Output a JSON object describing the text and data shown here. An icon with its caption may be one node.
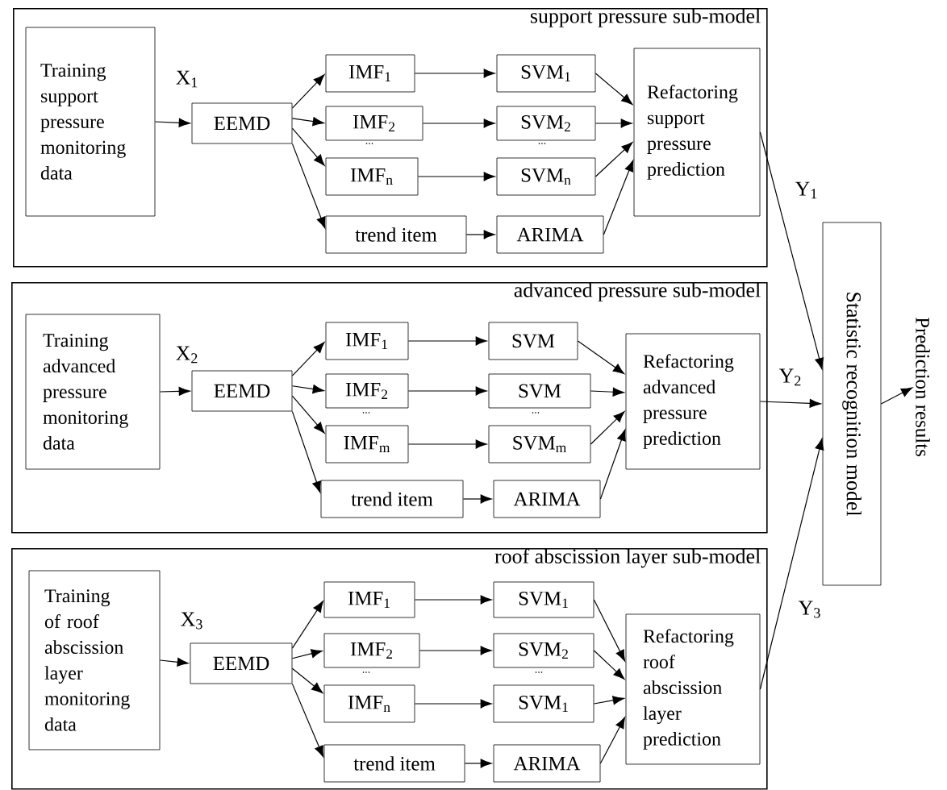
{
  "diagram": {
    "nodes": [
      {
        "text": [
          "support pressure sub-model"
        ]
      },
      {
        "text": [
          "Training support pressure monitoring data"
        ],
        "in": 0
      },
      {
        "text": [
          "EEMD"
        ],
        "in": 0
      },
      {
        "text": [
          "IMF$_{1}$"
        ],
        "in": 0
      },
      {
        "text": [
          "SVM$_{1}$"
        ],
        "in": 0
      },
      {
        "text": [
          "IMF$_{2}$"
        ],
        "in": 0
      },
      {
        "text": [
          "SVM$_{2}$"
        ],
        "in": 0
      },
      {
        "text": [
          "IMF$_{n}$"
        ],
        "in": 0
      },
      {
        "text": [
          "SVM$_{n}$"
        ],
        "in": 0
      },
      {
        "text": [
          "trend item"
        ],
        "in": 0
      },
      {
        "text": [
          "ARIMA"
        ],
        "in": 0
      },
      {
        "text": [
          "Refactoring support pressure prediction"
        ],
        "in": 0
      },
      {
        "text": [
          "advanced pressure sub-model"
        ]
      },
      {
        "text": [
          "Training advanced pressure monitoring data"
        ],
        "in": 12
      },
      {
        "text": [
          "EEMD"
        ],
        "in": 12
      },
      {
        "text": [
          "IMF$_{1}$"
        ],
        "in": 12
      },
      {
        "text": [
          "SVM"
        ],
        "in": 12
      },
      {
        "text": [
          "IMF$_{2}$"
        ],
        "in": 12
      },
      {
        "text": [
          "SVM"
        ],
        "in": 12
      },
      {
        "text": [
          "IMF$_{m}$"
        ],
        "in": 12
      },
      {
        "text": [
          "SVM$_{m}$"
        ],
        "in": 12
      },
      {
        "text": [
          "trend item"
        ],
        "in": 12
      },
      {
        "text": [
          "ARIMA"
        ],
        "in": 12
      },
      {
        "text": [
          "Refactoring advanced pressure prediction"
        ],
        "in": 12
      },
      {
        "text": [
          "roof abscission layer sub-model"
        ]
      },
      {
        "text": [
          "Training of roof abscission layer monitoring data"
        ],
        "in": 24
      },
      {
        "text": [
          "EEMD"
        ],
        "in": 24
      },
      {
        "text": [
          "IMF$_{1}$"
        ],
        "in": 24
      },
      {
        "text": [
          "SVM$_{1}$"
        ],
        "in": 24
      },
      {
        "text": [
          "IMF$_{2}$"
        ],
        "in": 24
      },
      {
        "text": [
          "SVM$_{2}$"
        ],
        "in": 24
      },
      {
        "text": [
          "IMF$_{n}$"
        ],
        "in": 24
      },
      {
        "text": [
          "SVM$_{1}$"
        ],
        "in": 24
      },
      {
        "text": [
          "trend item"
        ],
        "in": 24
      },
      {
        "text": [
          "ARIMA"
        ],
        "in": 24
      },
      {
        "text": [
          "Refactoring roof abscission layer prediction"
        ],
        "in": 24
      },
      {
        "text": [
          "Statistic recognition model"
        ]
      },
      {
        "text": [
          "Prediction results"
        ]
      }
    ],
    "edges": [
      {
        "from": 1,
        "to": 2,
        "arrow": "to",
        "label": "X$_{1}$"
      },
      {
        "from": 2,
        "to": 3,
        "arrow": "to"
      },
      {
        "from": 2,
        "to": 5,
        "arrow": "to"
      },
      {
        "from": 2,
        "to": 7,
        "arrow": "to"
      },
      {
        "from": 2,
        "to": 9,
        "arrow": "to"
      },
      {
        "from": 3,
        "to": 4,
        "arrow": "to"
      },
      {
        "from": 5,
        "to": 6,
        "arrow": "to"
      },
      {
        "from": 7,
        "to": 8,
        "arrow": "to"
      },
      {
        "from": 9,
        "to": 10,
        "arrow": "to"
      },
      {
        "from": 4,
        "to": 11,
        "arrow": "to"
      },
      {
        "from": 6,
        "to": 11,
        "arrow": "to"
      },
      {
        "from": 8,
        "to": 11,
        "arrow": "to"
      },
      {
        "from": 10,
        "to": 11,
        "arrow": "to"
      },
      {
        "from": 13,
        "to": 14,
        "arrow": "to",
        "label": "X$_{2}$"
      },
      {
        "from": 14,
        "to": 15,
        "arrow": "to"
      },
      {
        "from": 14,
        "to": 17,
        "arrow": "to"
      },
      {
        "from": 14,
        "to": 19,
        "arrow": "to"
      },
      {
        "from": 14,
        "to": 21,
        "arrow": "to"
      },
      {
        "from": 15,
        "to": 16,
        "arrow": "to"
      },
      {
        "from": 17,
        "to": 18,
        "arrow": "to"
      },
      {
        "from": 19,
        "to": 20,
        "arrow": "to"
      },
      {
        "from": 21,
        "to": 22,
        "arrow": "to"
      },
      {
        "from": 16,
        "to": 23,
        "arrow": "to"
      },
      {
        "from": 18,
        "to": 23,
        "arrow": "to"
      },
      {
        "from": 20,
        "to": 23,
        "arrow": "to"
      },
      {
        "from": 22,
        "to": 23,
        "arrow": "to"
      },
      {
        "from": 25,
        "to": 26,
        "arrow": "to",
        "label": "X$_{3}$"
      },
      {
        "from": 26,
        "to": 27,
        "arrow": "to"
      },
      {
        "from": 26,
        "to": 29,
        "arrow": "to"
      },
      {
        "from": 26,
        "to": 31,
        "arrow": "to"
      },
      {
        "from": 26,
        "to": 33,
        "arrow": "to"
      },
      {
        "from": 27,
        "to": 28,
        "arrow": "to"
      },
      {
        "from": 29,
        "to": 30,
        "arrow": "to"
      },
      {
        "from": 31,
        "to": 32,
        "arrow": "to"
      },
      {
        "from": 33,
        "to": 34,
        "arrow": "to"
      },
      {
        "from": 28,
        "to": 35,
        "arrow": "to"
      },
      {
        "from": 30,
        "to": 35,
        "arrow": "to"
      },
      {
        "from": 32,
        "to": 35,
        "arrow": "to"
      },
      {
        "from": 34,
        "to": 35,
        "arrow": "to"
      },
      {
        "from": 11,
        "to": 36,
        "arrow": "to",
        "label": "Y$_{1}$"
      },
      {
        "from": 23,
        "to": 36,
        "arrow": "to",
        "label": "Y$_{2}$"
      },
      {
        "from": 35,
        "to": 36,
        "arrow": "to",
        "label": "Y$_{3}$"
      },
      {
        "from": 36,
        "to": 37,
        "arrow": "to"
      }
    ],
    "labels": [
      "...",
      "...",
      "...",
      "...",
      "...",
      "..."
    ]
  }
}
